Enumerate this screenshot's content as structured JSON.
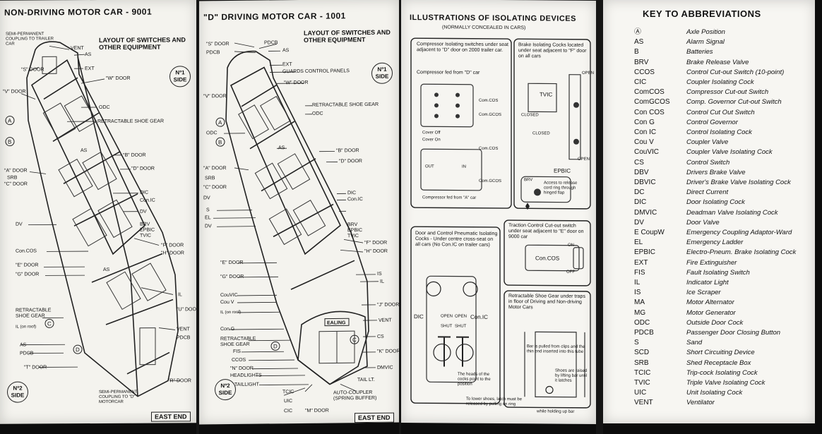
{
  "panel1": {
    "title": "NON-DRIVING MOTOR CAR - 9001",
    "subtitle": "LAYOUT OF SWITCHES AND OTHER EQUIPMENT",
    "side_top": "Nº1 SIDE",
    "side_bottom": "Nº2 SIDE",
    "east_end": "EAST END",
    "labels": [
      "SEMI-PERMANENT COUPLING TO TRAILER CAR",
      "VENT",
      "AS",
      "\"S\" DOOR",
      "EXT",
      "\"W\" DOOR",
      "\"V\" DOOR",
      "ODC",
      "RETRACTABLE SHOE GEAR",
      "AS",
      "\"B\" DOOR",
      "\"D\" DOOR",
      "\"A\" DOOR",
      "SRB",
      "\"C\" DOOR",
      "DIC",
      "Con.IC",
      "DV",
      "DV",
      "BRV",
      "EPBIC",
      "TVIC",
      "\"F\" DOOR",
      "\"H\" DOOR",
      "Con.COS",
      "\"E\" DOOR",
      "\"G\" DOOR",
      "AS",
      "IL",
      "\"U\" DOOR",
      "RETRACTABLE SHOE GEAR",
      "IL (on roof)",
      "VENT",
      "PDCB",
      "AS",
      "PDCB",
      "\"T\" DOOR",
      "\"R\" DOOR",
      "SEMI-PERMANENT COUPLING TO \"D\" MOTORCAR"
    ],
    "circles": [
      "A",
      "B",
      "C",
      "D"
    ]
  },
  "panel2": {
    "title": "\"D\" DRIVING MOTOR CAR - 1001",
    "subtitle": "LAYOUT OF SWITCHES AND OTHER EQUIPMENT",
    "side_top": "Nº1 SIDE",
    "side_bottom": "Nº2 SIDE",
    "east_end": "EAST END",
    "destination": "EALING",
    "labels": [
      "\"S\" DOOR",
      "PDCB",
      "PDCB",
      "AS",
      "EXT",
      "GUARDS CONTROL PANELS",
      "\"W\" DOOR",
      "\"V\" DOOR",
      "RETRACTABLE SHOE GEAR",
      "ODC",
      "ODC",
      "AS",
      "\"B\" DOOR",
      "\"D\" DOOR",
      "\"A\" DOOR",
      "SRB",
      "\"C\" DOOR",
      "DIC",
      "Con.IC",
      "DV",
      "S",
      "EL",
      "DV",
      "BRV",
      "EPBIC",
      "TVIC",
      "\"F\" DOOR",
      "\"H\" DOOR",
      "\"E\" DOOR",
      "\"G\" DOOR",
      "IS",
      "IL",
      "CouVIC",
      "Cou V",
      "IL (on roof)",
      "\"J\" DOOR",
      "VENT",
      "Con G",
      "RETRACTABLE SHOE GEAR",
      "FIS",
      "CCOS",
      "\"N\" DOOR",
      "HEADLIGHTS",
      "TAILLIGHT",
      "CS",
      "\"K\" DOOR",
      "DMVIC",
      "TAIL LT.",
      "TCIC",
      "UIC",
      "CIC",
      "\"M\" DOOR",
      "AUTO-COUPLER (SPRING BUFFER)"
    ]
  },
  "panel3": {
    "title": "ILLUSTRATIONS OF ISOLATING DEVICES",
    "subtitle": "(NORMALLY CONCEALED IN CARS)",
    "box1_caption": "Compressor Isolating switches under seat adjacent to \"D\" door on 2000 trailer car.",
    "box1_fed_d": "Compressor fed from \"D\" car",
    "box1_cover_off": "Cover Off",
    "box1_cover_on": "Cover On",
    "box1_fed_a": "Compressor fed from \"A\" car",
    "box1_labels": [
      "Com.COS",
      "Com.GCOS",
      "Com.COS",
      "Com.GCOS",
      "OUT",
      "IN"
    ],
    "box2_caption": "Brake Isolating Cocks located under seat adjacent to \"F\" door on all cars",
    "box2_labels": [
      "OPEN",
      "TVIC",
      "CLOSED",
      "CLOSED",
      "OPEN",
      "EPBIC",
      "BRV"
    ],
    "box2_note": "Access to release cord ring through hinged flap",
    "box3_caption": "Door and Control Pneumatic Isolating Cocks - Under centre cross-seat on all cars (No Con.IC on trailer cars)",
    "box3_labels": [
      "DIC",
      "Con.IC",
      "OPEN",
      "OPEN",
      "SHUT",
      "SHUT"
    ],
    "box3_note": "The heads of the cocks point to the position",
    "box4_caption": "Traction Control Cut-out switch under seat adjacent to \"E\" door on 9000 car",
    "box4_labels": [
      "Con.COS",
      "ON",
      "OFF"
    ],
    "box5_caption": "Retractable Shoe Gear under traps in floor of Driving and Non-driving Motor Cars",
    "box5_note1": "Bar is pulled from clips and the thin end inserted into this tube",
    "box5_note2": "Shoes are raised by lifting bar until it latches",
    "box5_note3": "To lower shoes, latch must be released by pulling on ring",
    "box5_note4": "while holding up bar"
  },
  "panel4": {
    "title": "KEY TO ABBREVIATIONS",
    "rows": [
      {
        "k": "Ⓐ",
        "v": "Axle Position"
      },
      {
        "k": "AS",
        "v": "Alarm Signal"
      },
      {
        "k": "B",
        "v": "Batteries"
      },
      {
        "k": "BRV",
        "v": "Brake Release Valve"
      },
      {
        "k": "CCOS",
        "v": "Control Cut-out Switch (10-point)"
      },
      {
        "k": "CIC",
        "v": "Coupler Isolating Cock"
      },
      {
        "k": "ComCOS",
        "v": "Compressor Cut-out Switch"
      },
      {
        "k": "ComGCOS",
        "v": "Comp. Governor Cut-out Switch"
      },
      {
        "k": "Con COS",
        "v": "Control Cut Out Switch"
      },
      {
        "k": "Con G",
        "v": "Control Governor"
      },
      {
        "k": "Con IC",
        "v": "Control Isolating Cock"
      },
      {
        "k": "Cou V",
        "v": "Coupler Valve"
      },
      {
        "k": "CouVIC",
        "v": "Coupler Valve Isolating Cock"
      },
      {
        "k": "CS",
        "v": "Control Switch"
      },
      {
        "k": "DBV",
        "v": "Drivers Brake Valve"
      },
      {
        "k": "DBVIC",
        "v": "Driver's Brake Valve Isolating Cock"
      },
      {
        "k": "DC",
        "v": "Direct Current"
      },
      {
        "k": "DIC",
        "v": "Door Isolating Cock"
      },
      {
        "k": "DMVIC",
        "v": "Deadman Valve Isolating Cock"
      },
      {
        "k": "DV",
        "v": "Door Valve"
      },
      {
        "k": "E CoupW",
        "v": "Emergency Coupling Adaptor-Ward"
      },
      {
        "k": "EL",
        "v": "Emergency Ladder"
      },
      {
        "k": "EPBIC",
        "v": "Electro-Pneum. Brake Isolating Cock"
      },
      {
        "k": "EXT",
        "v": "Fire Extinguisher"
      },
      {
        "k": "FIS",
        "v": "Fault Isolating Switch"
      },
      {
        "k": "IL",
        "v": "Indicator Light"
      },
      {
        "k": "IS",
        "v": "Ice Scraper"
      },
      {
        "k": "MA",
        "v": "Motor Alternator"
      },
      {
        "k": "MG",
        "v": "Motor Generator"
      },
      {
        "k": "ODC",
        "v": "Outside Door Cock"
      },
      {
        "k": "PDCB",
        "v": "Passenger Door Closing Button"
      },
      {
        "k": "S",
        "v": "Sand"
      },
      {
        "k": "SCD",
        "v": "Short Circuiting Device"
      },
      {
        "k": "SRB",
        "v": "Shed Receptacle Box"
      },
      {
        "k": "TCIC",
        "v": "Trip-cock Isolating Cock"
      },
      {
        "k": "TVIC",
        "v": "Triple Valve Isolating Cock"
      },
      {
        "k": "UIC",
        "v": "Unit Isolating Cock"
      },
      {
        "k": "VENT",
        "v": "Ventilator"
      }
    ]
  }
}
